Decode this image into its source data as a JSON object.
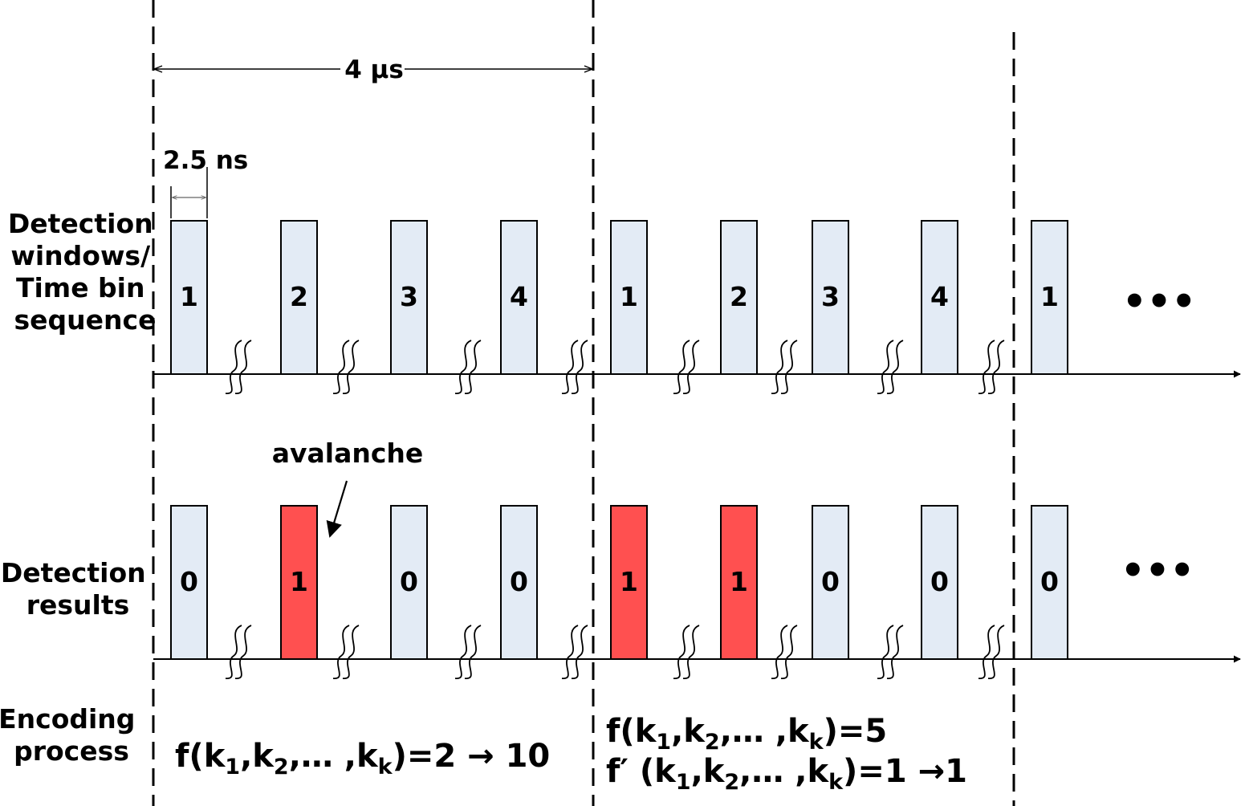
{
  "labels": {
    "period": "4 µs",
    "window_width": "2.5 ns",
    "avalanche": "avalanche",
    "row1": [
      "Detection",
      "windows/",
      "Time bin",
      "sequence"
    ],
    "row2": [
      "Detection",
      "results"
    ],
    "row3": [
      "Encoding",
      "process"
    ]
  },
  "time_bins": [
    "1",
    "2",
    "3",
    "4",
    "1",
    "2",
    "3",
    "4",
    "1"
  ],
  "results": [
    {
      "value": "0",
      "avalanche": false
    },
    {
      "value": "1",
      "avalanche": true
    },
    {
      "value": "0",
      "avalanche": false
    },
    {
      "value": "0",
      "avalanche": false
    },
    {
      "value": "1",
      "avalanche": true
    },
    {
      "value": "1",
      "avalanche": true
    },
    {
      "value": "0",
      "avalanche": false
    },
    {
      "value": "0",
      "avalanche": false
    },
    {
      "value": "0",
      "avalanche": false
    }
  ],
  "ellipsis": "•••",
  "encoding": {
    "eq1": {
      "fn": "f",
      "open": "(k",
      "s1": "1",
      "c1": ",k",
      "s2": "2",
      "mid": ",… ,k",
      "s3": "k",
      "rest": ")=2 → 10"
    },
    "eq2": {
      "fn": "f",
      "open": "(k",
      "s1": "1",
      "c1": ",k",
      "s2": "2",
      "mid": ",… ,k",
      "s3": "k",
      "rest": ")=5"
    },
    "eq3": {
      "fn": "f′",
      "open": " (k",
      "s1": "1",
      "c1": ",k",
      "s2": "2",
      "mid": ",… ,k",
      "s3": "k",
      "rest": ")=1 →1"
    }
  },
  "colors": {
    "window_fill": "#e3ebf5",
    "avalanche_fill": "#ff5050",
    "stroke": "#000000"
  }
}
